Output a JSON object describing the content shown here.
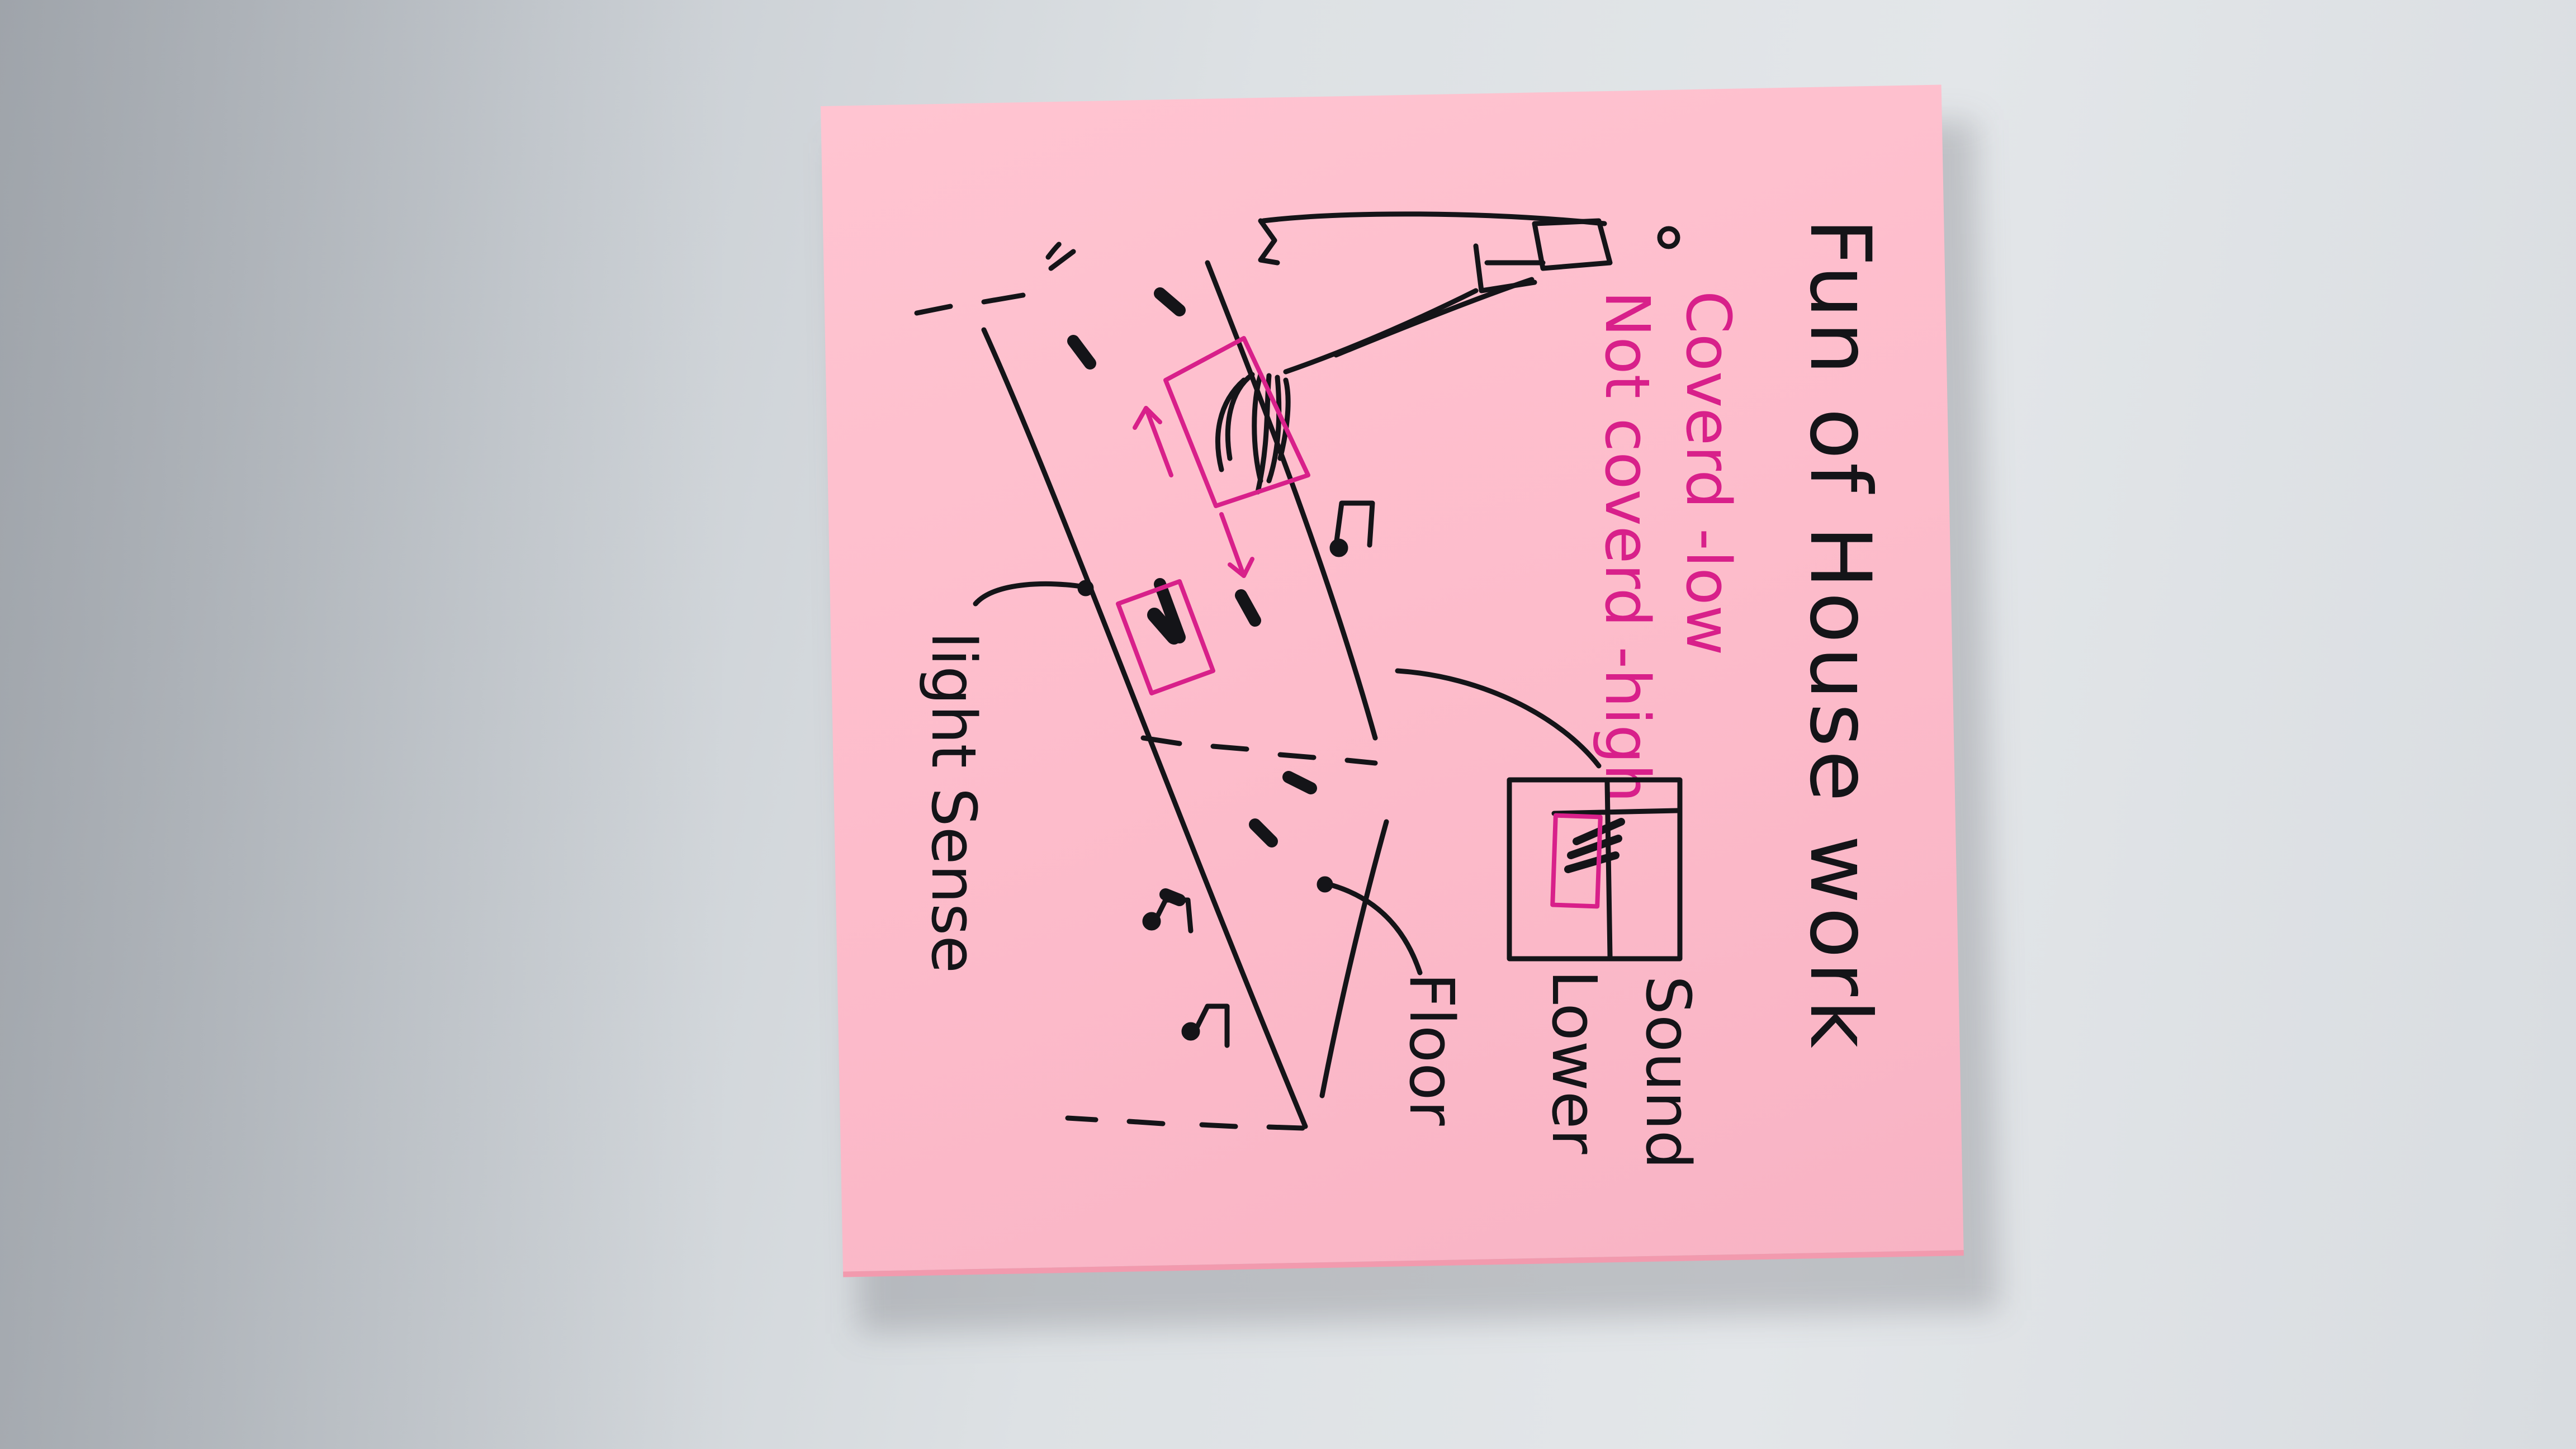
{
  "note": {
    "title": "Fun of House work",
    "legend": [
      {
        "text": "Coverd -low",
        "color": "#d8208a"
      },
      {
        "text": "Not coverd -high",
        "color": "#d8208a"
      }
    ],
    "labels": {
      "sound": "Sound",
      "lower": "Lower",
      "floor": "Floor",
      "light_sense": "light Sense"
    }
  },
  "colors": {
    "note": "#fdbccb",
    "ink": "#141418",
    "marker": "#d8208a"
  },
  "icons": [
    "mop-icon",
    "music-note-icon",
    "highlight-box-icon",
    "arrow-icon"
  ]
}
